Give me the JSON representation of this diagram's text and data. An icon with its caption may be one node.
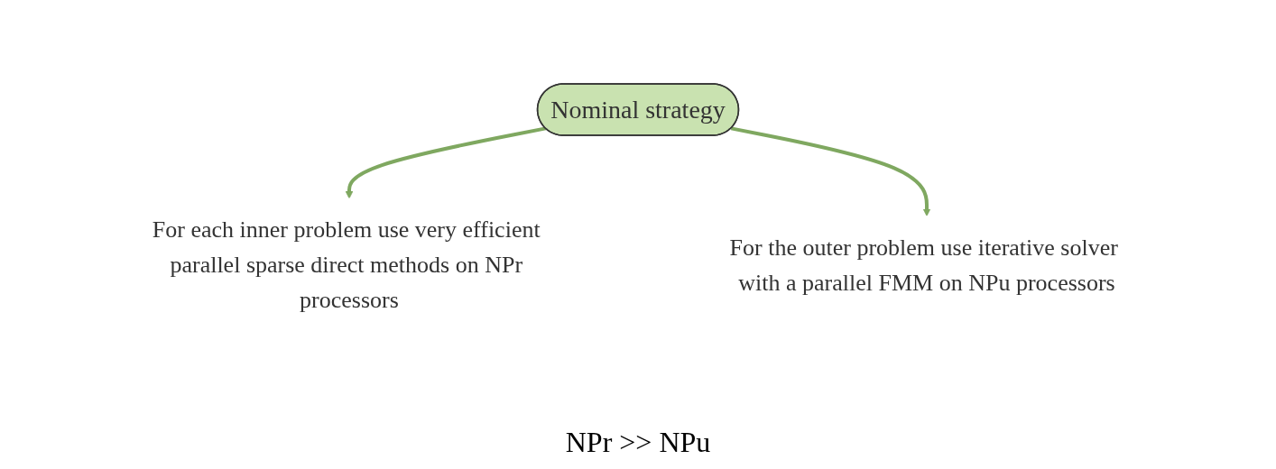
{
  "diagram": {
    "nodes": [
      {
        "text": [
          "Nominal strategy"
        ]
      },
      {
        "text": [
          "For each inner problem use very efficient parallel sparse direct methods on NPr processors"
        ]
      },
      {
        "text": [
          "For the outer problem use iterative solver with a parallel FMM on NPu processors"
        ]
      }
    ],
    "edges": [
      {
        "from": 0,
        "to": 1,
        "arrow": "to"
      },
      {
        "from": 0,
        "to": 2,
        "arrow": "to"
      }
    ],
    "labels": [
      "NPr >> NPu"
    ]
  }
}
